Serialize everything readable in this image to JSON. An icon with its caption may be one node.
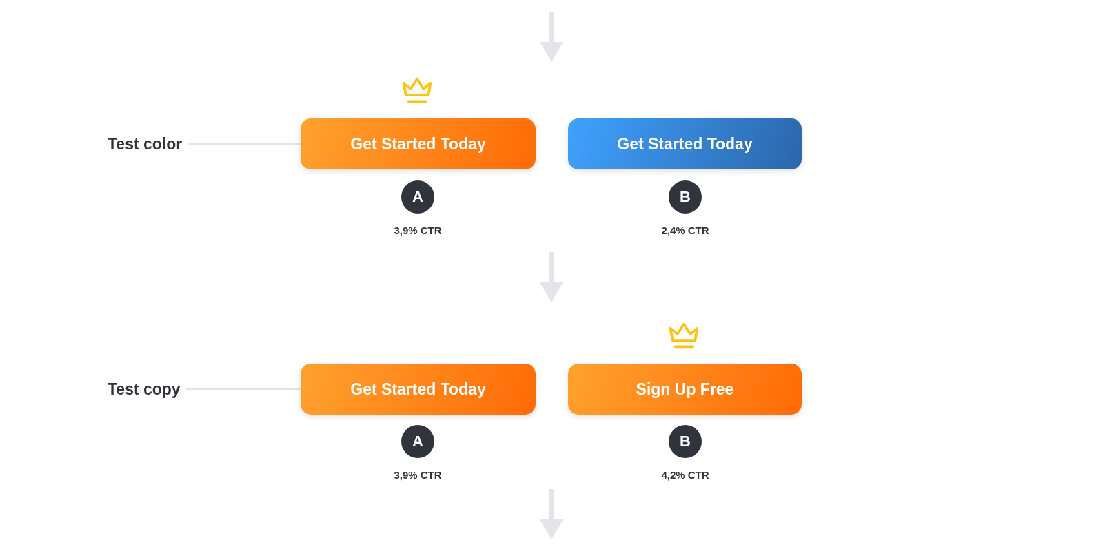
{
  "diagram": {
    "nodes": [
      {
        "text": [
          "Test color"
        ]
      },
      {
        "text": [
          "Get Started Today"
        ]
      },
      {
        "text": [
          "Get Started Today"
        ]
      },
      {
        "text": [
          "A"
        ],
        "beside": [
          "3,9% CTR"
        ]
      },
      {
        "text": [
          "B"
        ],
        "beside": [
          "2,4% CTR"
        ]
      },
      {
        "text": [
          "Test copy"
        ]
      },
      {
        "text": [
          "Get Started Today"
        ]
      },
      {
        "text": [
          "Sign Up Free"
        ]
      },
      {
        "text": [
          "A"
        ],
        "beside": [
          "3,9% CTR"
        ]
      },
      {
        "text": [
          "B"
        ],
        "beside": [
          "4,2% CTR"
        ]
      }
    ],
    "edges": [
      {
        "from": 0,
        "to": 1,
        "arrow": "none"
      },
      {
        "from": 5,
        "to": 6,
        "arrow": "none"
      }
    ]
  }
}
